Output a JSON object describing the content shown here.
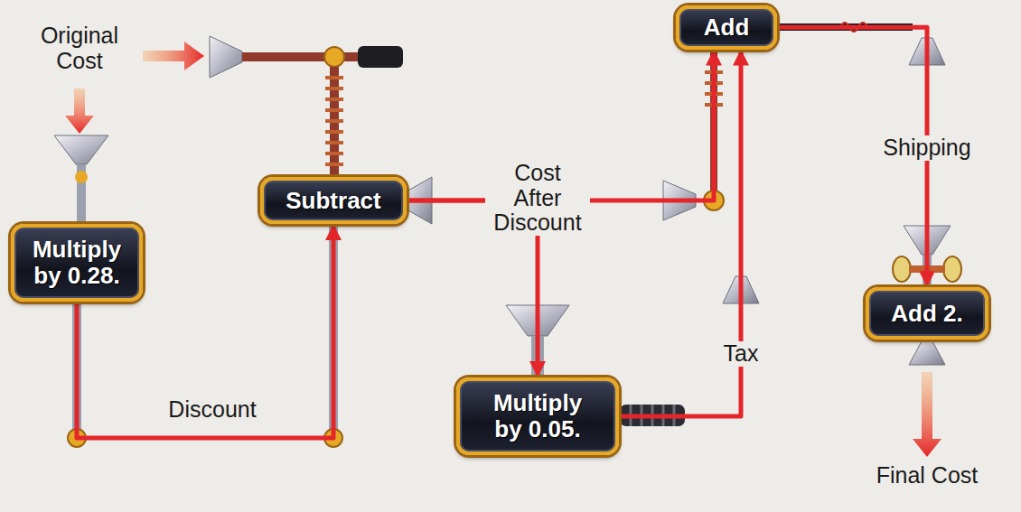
{
  "diagram": {
    "nodes": [
      {
        "text": [
          "Multiply by 0.28."
        ]
      },
      {
        "text": [
          "Subtract"
        ]
      },
      {
        "text": [
          "Multiply by 0.05."
        ]
      },
      {
        "text": [
          "Add"
        ]
      },
      {
        "text": [
          "Add 2."
        ]
      }
    ],
    "edges": [
      {
        "from": 0,
        "to": 1,
        "arrow": "to",
        "label": "Discount"
      },
      {
        "from": 1,
        "to": 3,
        "arrow": "to"
      },
      {
        "from": 1,
        "to": 2,
        "arrow": "to"
      },
      {
        "from": 2,
        "to": 3,
        "arrow": "to",
        "label": "Tax"
      },
      {
        "from": 3,
        "to": 4,
        "arrow": "to",
        "label": "Shipping"
      }
    ],
    "labels": [
      "Original Cost",
      "Cost After Discount",
      "Final Cost"
    ]
  }
}
